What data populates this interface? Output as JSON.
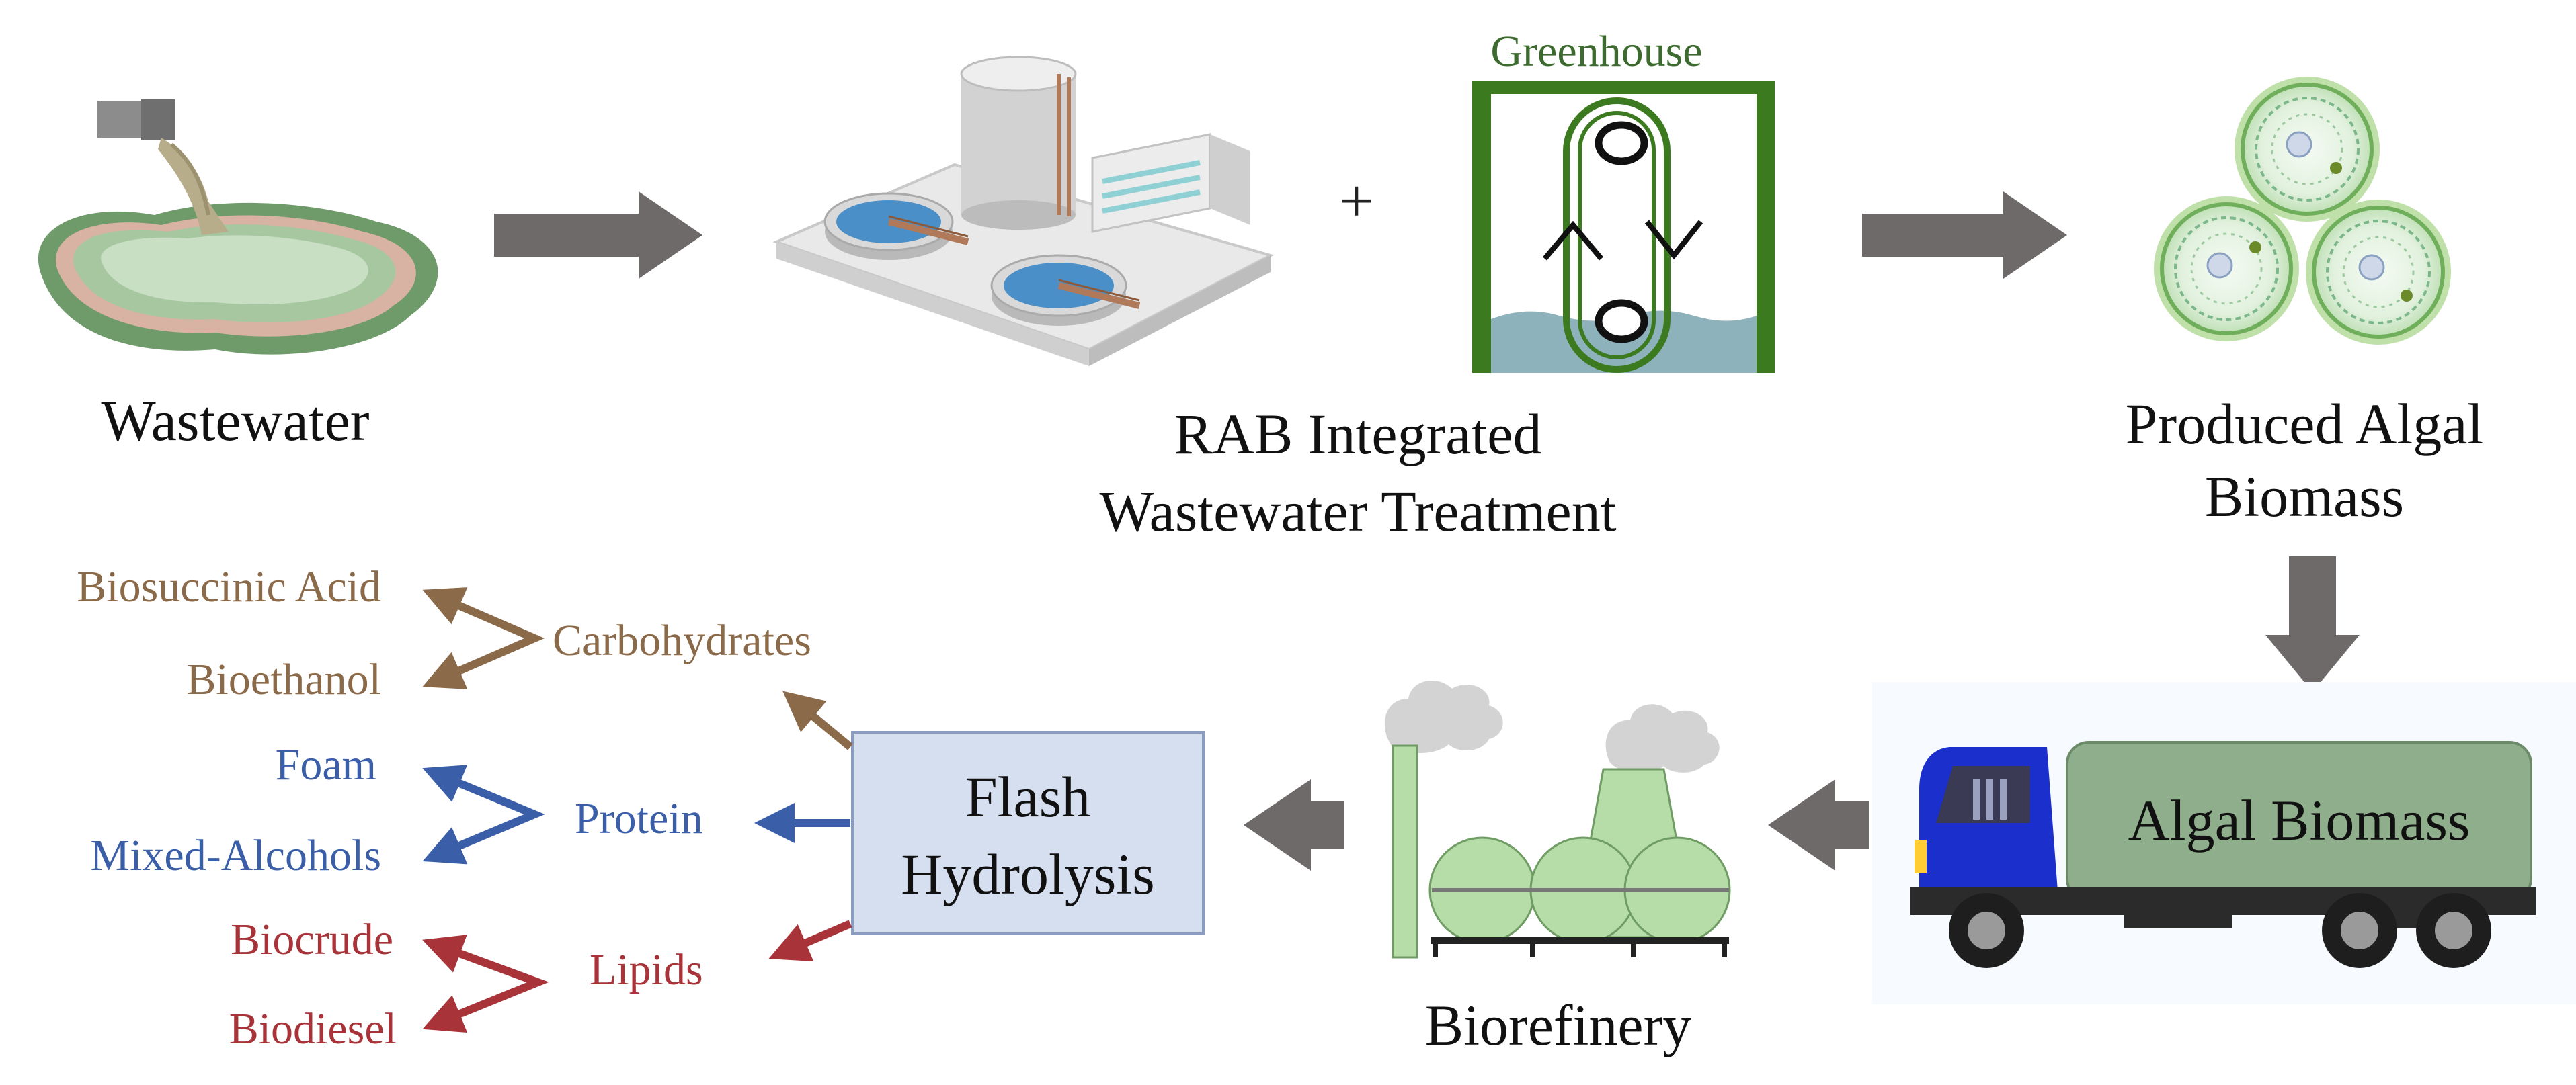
{
  "labels": {
    "wastewater": "Wastewater",
    "rab_line1": "RAB Integrated",
    "rab_line2": "Wastewater Treatment",
    "plus": "+",
    "greenhouse": "Greenhouse",
    "produced_line1": "Produced Algal",
    "produced_line2": "Biomass",
    "truck_cargo": "Algal Biomass",
    "biorefinery": "Biorefinery",
    "flash_line1": "Flash",
    "flash_line2": "Hydrolysis"
  },
  "components": {
    "carbohydrates": {
      "label": "Carbohydrates",
      "color": "#8b6a4a",
      "products": [
        "Biosuccinic Acid",
        "Bioethanol"
      ]
    },
    "protein": {
      "label": "Protein",
      "color": "#3a5ea8",
      "products": [
        "Foam",
        "Mixed-Alcohols"
      ]
    },
    "lipids": {
      "label": "Lipids",
      "color": "#a8343a",
      "products": [
        "Biocrude",
        "Biodiesel"
      ]
    }
  },
  "colors": {
    "flow_arrow": "#6e6a6a",
    "greenhouse_label": "#3d6b2f",
    "greenhouse_frame": "#3c7a1f",
    "flash_box_fill": "#d6dfef",
    "flash_box_stroke": "#8a9cc0",
    "truck_cab": "#1a2fcc",
    "truck_cargo": "#8fae8b"
  }
}
